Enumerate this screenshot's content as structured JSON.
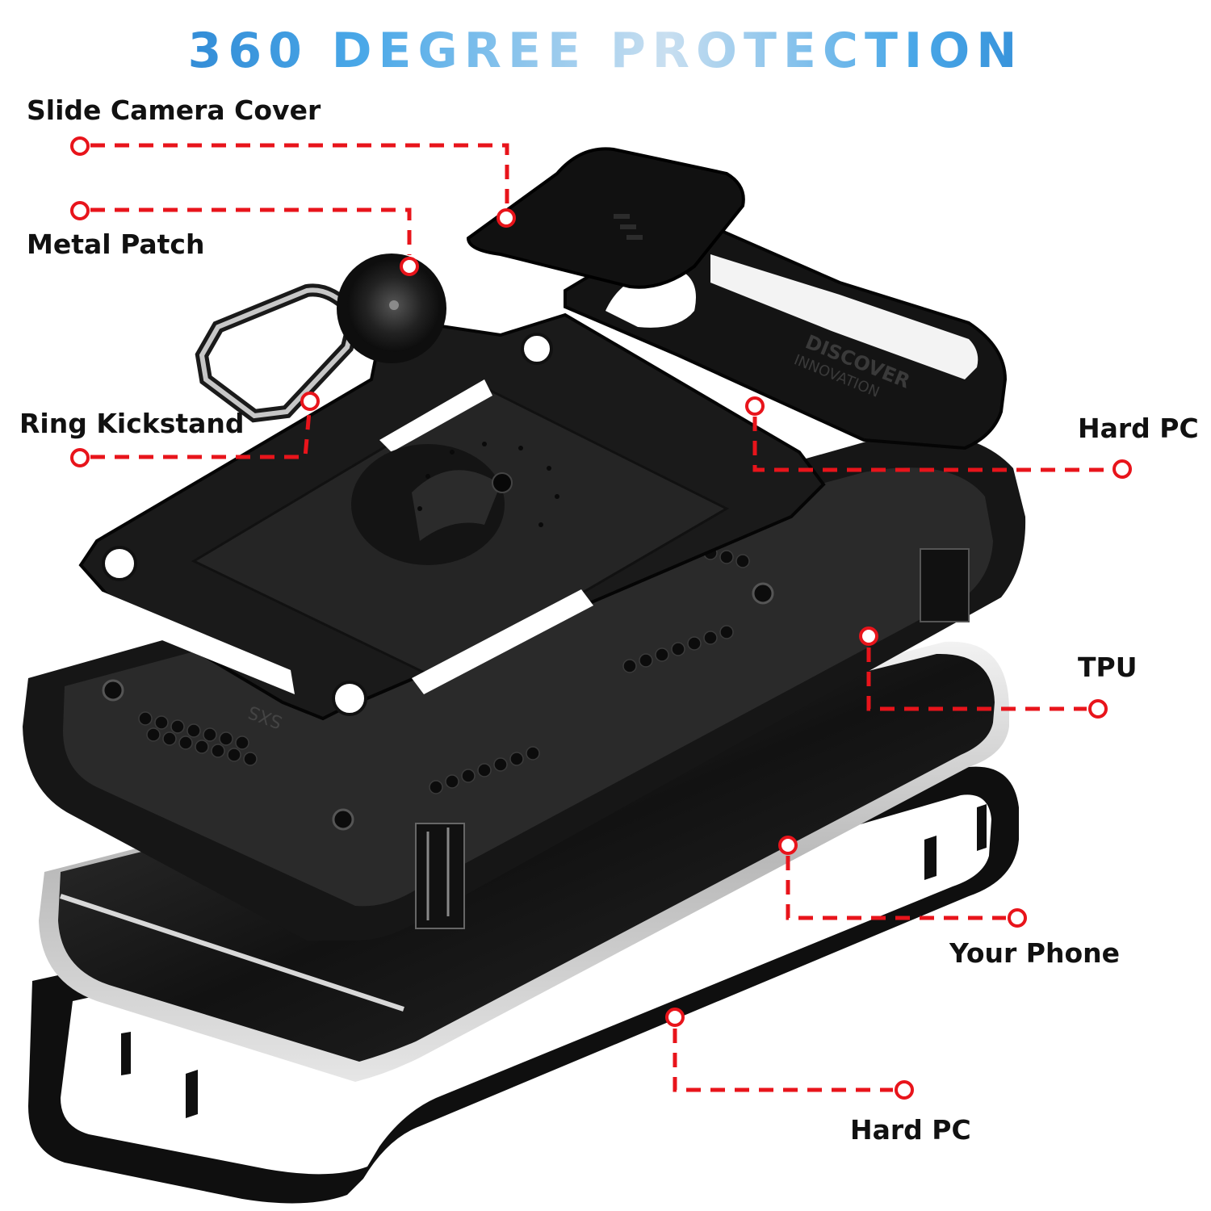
{
  "title": "360 DEGREE PROTECTION",
  "labels": {
    "slide_camera_cover": "Slide Camera Cover",
    "metal_patch": "Metal Patch",
    "ring_kickstand": "Ring Kickstand",
    "hard_pc_top": "Hard PC",
    "tpu": "TPU",
    "your_phone": "Your Phone",
    "hard_pc_bottom": "Hard PC"
  },
  "embossed_text": {
    "line1": "DISCOVER",
    "line2": "INNOVATION",
    "brand": "SXS"
  },
  "colors": {
    "title_blue": "#2f8fd8",
    "callout_red": "#e8141b",
    "case_black": "#151515"
  }
}
